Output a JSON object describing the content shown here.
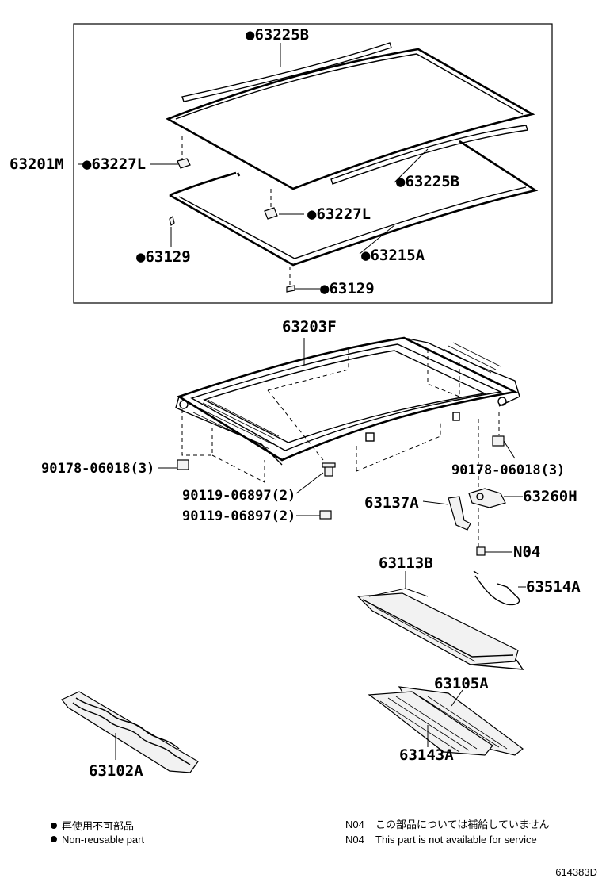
{
  "diagram_id": "614383D",
  "bullet_symbol": "●",
  "parts": {
    "p63225b_top": "63225B",
    "p63201m": "63201M",
    "p63227l_a": "63227L",
    "p63225b_b": "63225B",
    "p63227l_b": "63227L",
    "p63129_a": "63129",
    "p63215a": "63215A",
    "p63129_b": "63129",
    "p63203f": "63203F",
    "p90178_a": "90178-06018(3)",
    "p90178_b": "90178-06018(3)",
    "p90119_a": "90119-06897(2)",
    "p90119_b": "90119-06897(2)",
    "p63137a": "63137A",
    "p63260h": "63260H",
    "pn04": "N04",
    "p63113b": "63113B",
    "p63514a": "63514A",
    "p63105a": "63105A",
    "p63143a": "63143A",
    "p63102a": "63102A"
  },
  "legend": {
    "nonreusable_jp": "再使用不可部品",
    "nonreusable_en": "Non-reusable part",
    "n04_code": "N04",
    "n04_jp": "この部品については補給していません",
    "n04_en": "This part is not available for service"
  },
  "colors": {
    "line": "#000000",
    "background": "#ffffff"
  }
}
